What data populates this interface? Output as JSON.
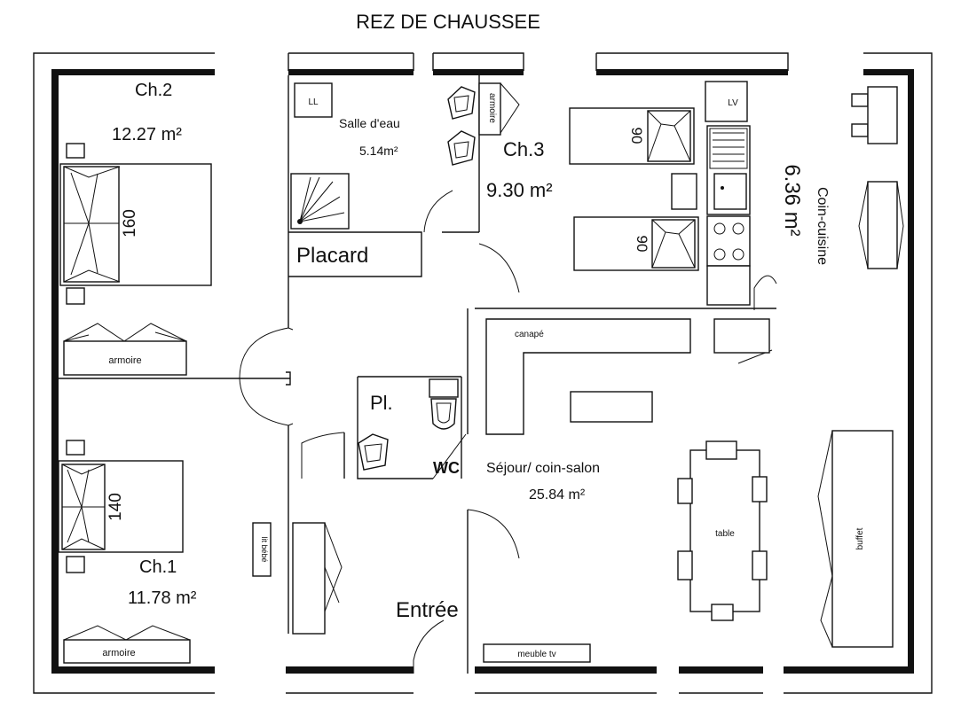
{
  "plan": {
    "title": "REZ DE CHAUSSEE",
    "rooms": {
      "ch2": {
        "name": "Ch.2",
        "area": "12.27 m²"
      },
      "salle_eau": {
        "name": "Salle d'eau",
        "area": "5.14m²"
      },
      "ch3": {
        "name": "Ch.3",
        "area": "9.30 m²"
      },
      "cuisine": {
        "name": "Coin-cuisine",
        "area": "6.36 m²"
      },
      "placard": {
        "name": "Placard"
      },
      "pl": {
        "name": "Pl."
      },
      "wc": {
        "name": "WC"
      },
      "sejour": {
        "name": "Séjour/ coin-salon",
        "area": "25.84 m²"
      },
      "ch1": {
        "name": "Ch.1",
        "area": "11.78 m²"
      },
      "entree": {
        "name": "Entrée"
      }
    },
    "furniture": {
      "ll": "LL",
      "armoire_sde": "armoire",
      "lv": "LV",
      "bed_ch2": "160",
      "bed_ch3_top": "90",
      "bed_ch3_bottom": "90",
      "bed_ch1": "140",
      "armoire_ch2": "armoire",
      "armoire_ch1": "armoire",
      "canape": "canapé",
      "table": "table",
      "buffet": "buffet",
      "lit_bebe": "lit bébé",
      "meuble_tv": "meuble tv"
    }
  }
}
